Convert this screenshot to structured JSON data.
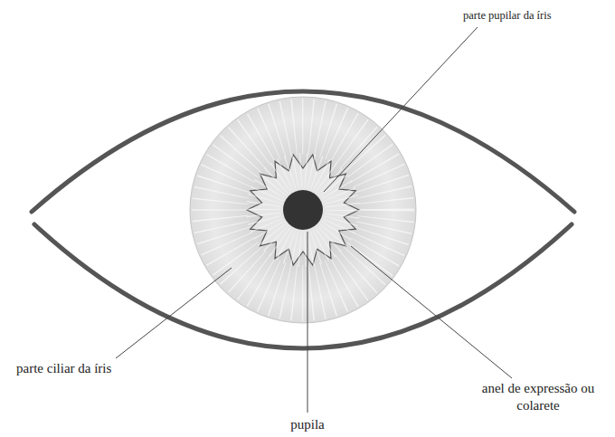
{
  "diagram": {
    "labels": [
      "parte pupilar da íris",
      "parte ciliar da íris",
      "pupila",
      "anel de expressão ou colarete"
    ]
  }
}
